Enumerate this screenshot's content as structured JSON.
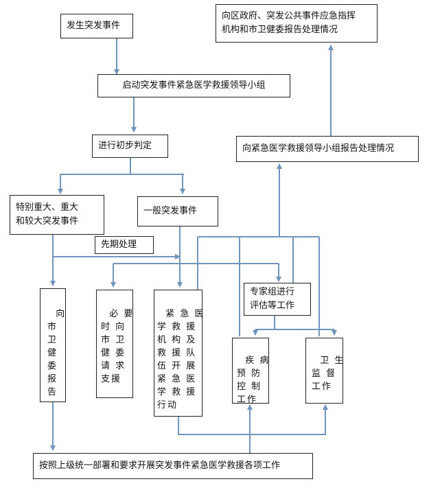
{
  "nodes": {
    "event_occurs": "发生突发事件",
    "start_group": "启动突发事件紧急医学救援领导小组",
    "preliminary": "进行初步判定",
    "major_events": "特别重大、重大\n和较大突发事件",
    "general_event": "一般突发事件",
    "pre_handling": "先期处理",
    "report_city_health": "向\n市\n卫\n健\n委\n报\n告",
    "request_support": "必 要\n时 向\n市 卫\n健 委\n请 求\n支援",
    "medical_teams": "紧 急 医\n学 救 援\n机 构 及\n救 援 队\n伍 开 展\n紧 急 医\n学 救 援\n行动",
    "expert_group": "专家组进行\n评估等工作",
    "disease_control": "疾 病\n预 防\n控 制\n工作",
    "health_supervision": "卫 生\n监 督\n工作",
    "report_leadership": "向紧急医学救援领导小组报告处理情况",
    "report_district": "向区政府、突发公共事件应急指挥\n机构和市卫健委报告处理情况",
    "final_work": "按照上级统一部署和要求开展突发事件紧急医学救援各项工作"
  },
  "colors": {
    "arrow": "#6f95bd",
    "border": "#222222"
  }
}
